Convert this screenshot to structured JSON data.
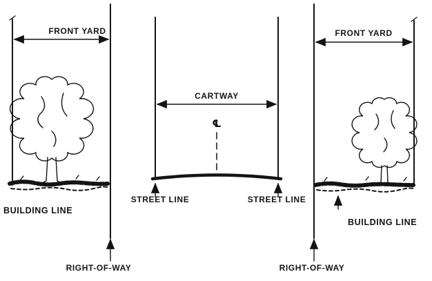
{
  "diagram": {
    "title_implicit": "street right-of-way cross-section diagram",
    "front_yard_left": "FRONT YARD",
    "front_yard_right": "FRONT YARD",
    "cartway": "CARTWAY",
    "centerline_symbol": "℄",
    "street_line_left": "STREET LINE",
    "street_line_right": "STREET LINE",
    "building_line_left": "BUILDING LINE",
    "building_line_right": "BUILDING LINE",
    "right_of_way_left": "RIGHT-OF-WAY",
    "right_of_way_right": "RIGHT-OF-WAY"
  },
  "colors": {
    "ink": "#141414",
    "paper": "#ffffff"
  }
}
